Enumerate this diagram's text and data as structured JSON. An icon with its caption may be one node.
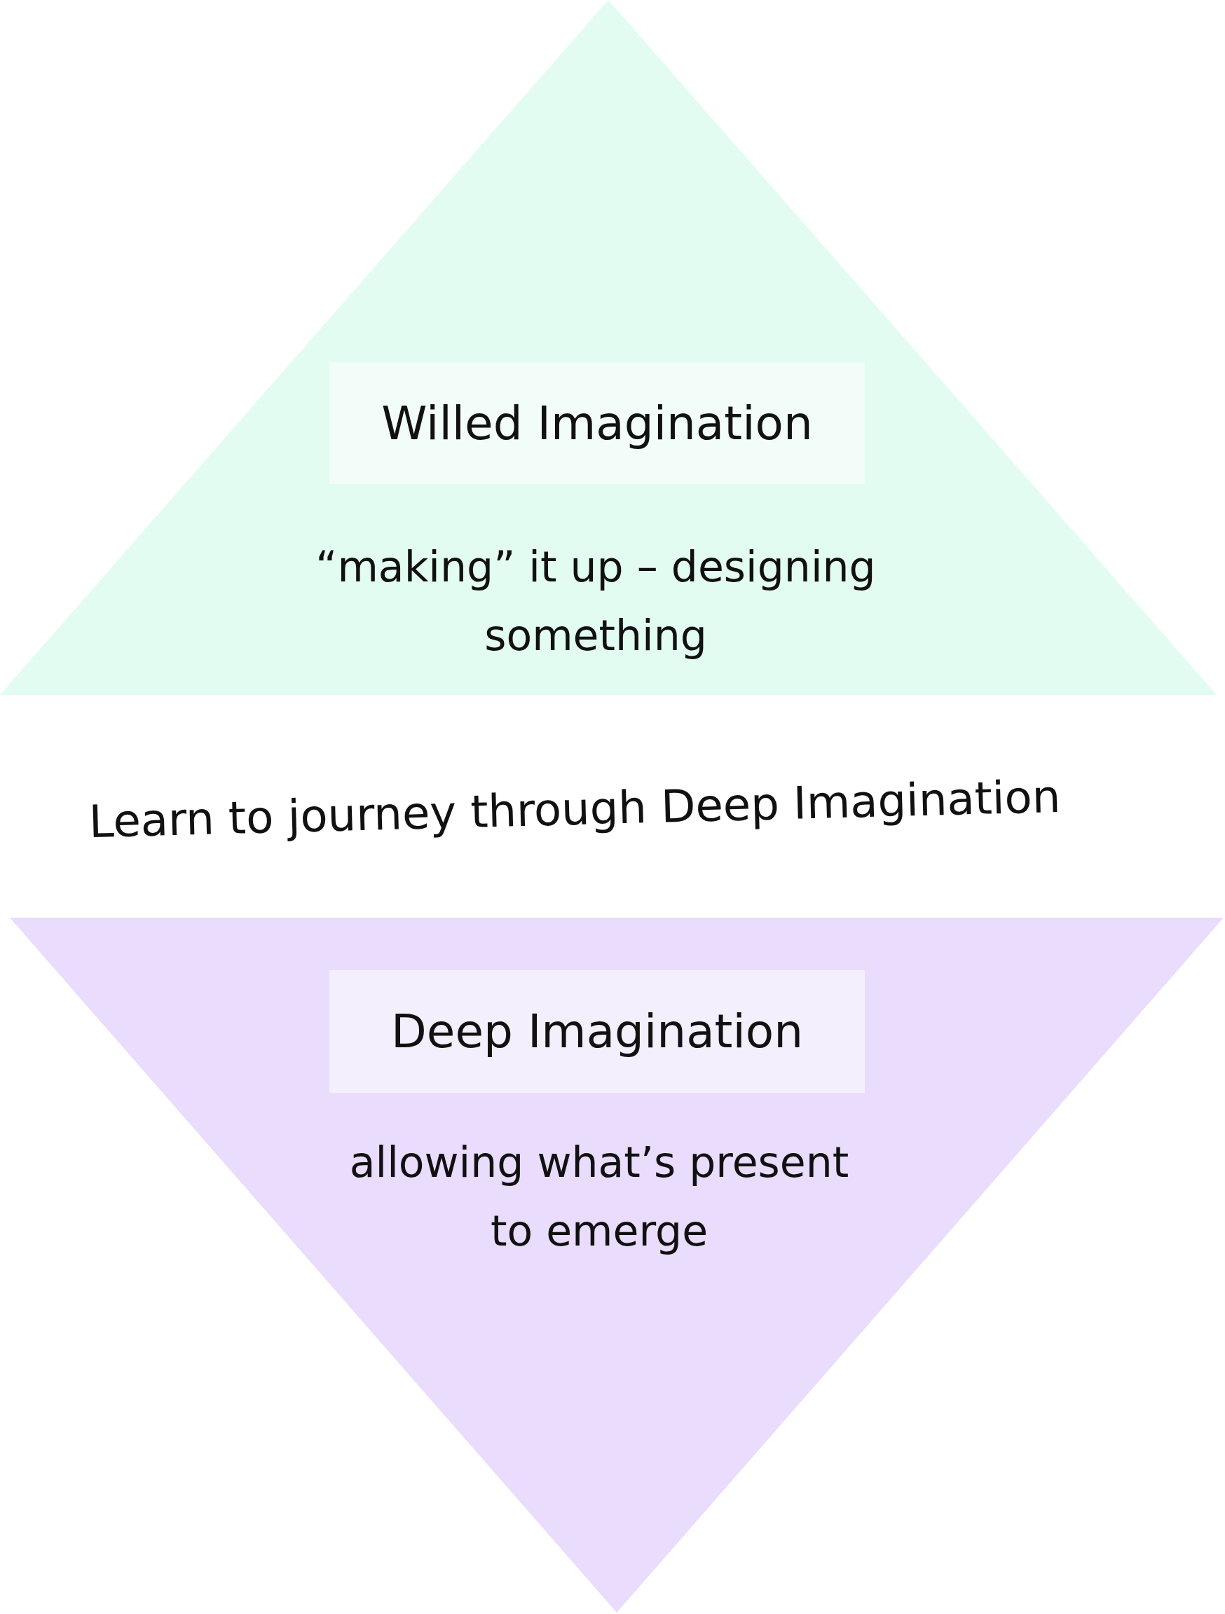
{
  "diagram": {
    "nodes": [
      {
        "text": [
          "“making” it up – designing something"
        ]
      },
      {
        "text": [
          "Willed Imagination"
        ],
        "in": 0
      },
      {
        "text": [
          "allowing what’s present to emerge"
        ]
      },
      {
        "text": [
          "Deep Imagination"
        ],
        "in": 2
      }
    ],
    "labels": [
      "Learn to journey through Deep Imagination"
    ]
  }
}
